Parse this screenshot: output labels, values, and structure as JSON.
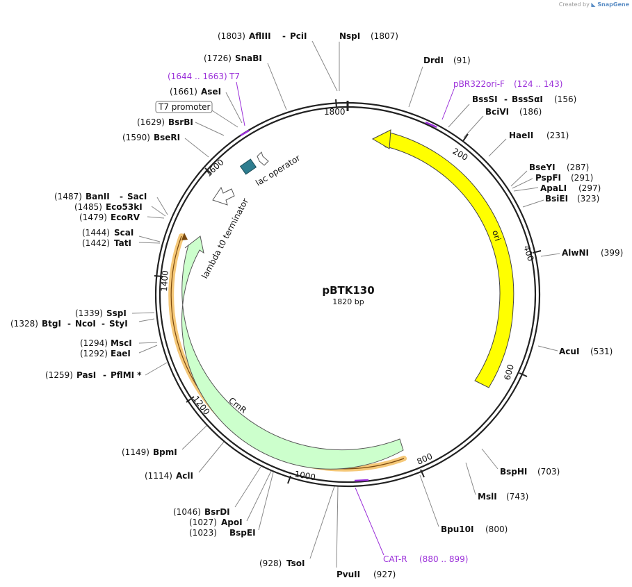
{
  "credit": {
    "prefix": "Created by",
    "brand": "SnapGene"
  },
  "plasmid": {
    "name": "pBTK130",
    "size_label": "1820 bp",
    "length": 1820
  },
  "colors": {
    "ori": "#ffff00",
    "cmr": "#ccffcc",
    "lac_operator": "#2e7d8f",
    "primer": "#9b30d9",
    "cmr_orf_halo": "#f5c878"
  },
  "ticks": [
    "200",
    "400",
    "600",
    "800",
    "1000",
    "1200",
    "1400",
    "1600",
    "1800"
  ],
  "features": {
    "ori": "ori",
    "cmr": "CmR",
    "lambda": "lambda t0 terminator",
    "lac": "lac operator",
    "t7_promoter": "T7 promoter"
  },
  "sites": [
    {
      "num": "(1803)",
      "name": "AflIII",
      "name2": "PciI"
    },
    {
      "num": "(1807)",
      "name": "NspI"
    },
    {
      "num": "(91)",
      "name": "DrdI"
    },
    {
      "num": "(156)",
      "name": "BssSI",
      "name2": "BssSαI"
    },
    {
      "num": "(186)",
      "name": "BciVI"
    },
    {
      "num": "(231)",
      "name": "HaeII"
    },
    {
      "num": "(287)",
      "name": "BseYI"
    },
    {
      "num": "(291)",
      "name": "PspFI"
    },
    {
      "num": "(297)",
      "name": "ApaLI"
    },
    {
      "num": "(323)",
      "name": "BsiEI"
    },
    {
      "num": "(399)",
      "name": "AlwNI"
    },
    {
      "num": "(531)",
      "name": "AcuI"
    },
    {
      "num": "(703)",
      "name": "BspHI"
    },
    {
      "num": "(743)",
      "name": "MslI"
    },
    {
      "num": "(800)",
      "name": "Bpu10I"
    },
    {
      "num": "(927)",
      "name": "PvuII"
    },
    {
      "num": "(928)",
      "name": "TsoI"
    },
    {
      "num": "(1023)",
      "name": "BspEI"
    },
    {
      "num": "(1027)",
      "name": "ApoI"
    },
    {
      "num": "(1046)",
      "name": "BsrDI"
    },
    {
      "num": "(1114)",
      "name": "AclI"
    },
    {
      "num": "(1149)",
      "name": "BpmI"
    },
    {
      "num": "(1259)",
      "name": "PasI",
      "name2": "PflMI *"
    },
    {
      "num": "(1292)",
      "name": "EaeI"
    },
    {
      "num": "(1294)",
      "name": "MscI"
    },
    {
      "num": "(1328)",
      "name": "BtgI",
      "name2": "NcoI",
      "name3": "StyI"
    },
    {
      "num": "(1339)",
      "name": "SspI"
    },
    {
      "num": "(1442)",
      "name": "TatI"
    },
    {
      "num": "(1444)",
      "name": "ScaI"
    },
    {
      "num": "(1479)",
      "name": "EcoRV"
    },
    {
      "num": "(1485)",
      "name": "Eco53kI"
    },
    {
      "num": "(1487)",
      "name": "BanII",
      "name2": "SacI"
    },
    {
      "num": "(1590)",
      "name": "BseRI"
    },
    {
      "num": "(1629)",
      "name": "BsrBI"
    },
    {
      "num": "(1661)",
      "name": "AseI"
    },
    {
      "num": "(1726)",
      "name": "SnaBI"
    }
  ],
  "primers": [
    {
      "name": "T7",
      "range": "(1644 .. 1663)"
    },
    {
      "name": "pBR322ori-F",
      "range": "(124 .. 143)"
    },
    {
      "name": "CAT-R",
      "range": "(880 .. 899)"
    }
  ]
}
